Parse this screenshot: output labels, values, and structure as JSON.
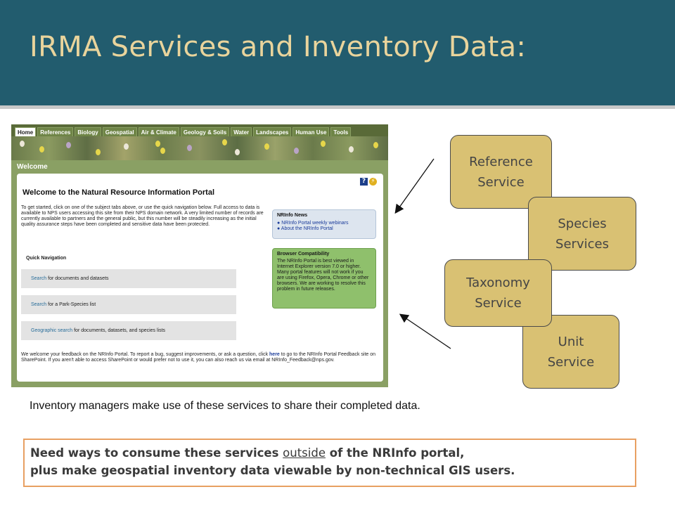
{
  "slide": {
    "title": "IRMA Services and Inventory Data:"
  },
  "portal": {
    "tabs": [
      "Home",
      "References",
      "Biology",
      "Geospatial",
      "Air & Climate",
      "Geology & Soils",
      "Water",
      "Landscapes",
      "Human Use",
      "Tools"
    ],
    "active_tab": "Home",
    "section_label": "Welcome",
    "heading": "Welcome to the Natural Resource Information Portal",
    "intro": "To get started, click on one of the subject tabs above, or use the quick navigation below. Full access to data is available to NPS users accessing this site from their NPS domain network. A very limited number of records are currently available to partners and the general public, but this number will be steadily increasing as the initial quality assurance steps have been completed and sensitive data have been protected.",
    "news": {
      "heading": "NRInfo News",
      "items": [
        "NRInfo Portal weekly webinars",
        "About the NRInfo Portal"
      ]
    },
    "compat": {
      "heading": "Browser Compatibility",
      "text": "The NRInfo Portal is best viewed in Internet Explorer version 7.0 or higher. Many portal features will not work if you are using Firefox, Opera, Chrome or other browsers. We are working to resolve this problem in future releases."
    },
    "quick_nav": {
      "heading": "Quick Navigation",
      "items": [
        {
          "link": "Search",
          "text": " for documents and datasets"
        },
        {
          "link": "Search",
          "text": " for a Park-Species list"
        },
        {
          "link": "Geographic search",
          "text": " for documents, datasets, and species lists"
        }
      ]
    },
    "feedback": {
      "before": "We welcome your feedback on the NRInfo Portal. To report a bug, suggest improvements, or ask a question, click ",
      "link": "here",
      "after": " to go to the NRInfo Portal Feedback site on SharePoint. If you aren't able to access SharePoint or would prefer not to use it, you can also reach us via email at NRInfo_Feedback@nps.gov."
    }
  },
  "services": {
    "reference": [
      "Reference",
      "Service"
    ],
    "species": [
      "Species",
      "Services"
    ],
    "taxonomy": [
      "Taxonomy",
      "Service"
    ],
    "unit": [
      "Unit",
      "Service"
    ]
  },
  "caption": "Inventory managers make use of these services to share their completed data.",
  "note": {
    "line1_before": "Need ways to consume these services ",
    "line1_underlined": "outside",
    "line1_after": " of the NRInfo portal,",
    "line2": "plus make geospatial inventory data viewable by non-technical GIS users."
  },
  "colors": {
    "title_bar": "#225c6e",
    "title_text": "#e9d49c",
    "service_fill": "#d9c173",
    "note_border": "#e8a062"
  }
}
